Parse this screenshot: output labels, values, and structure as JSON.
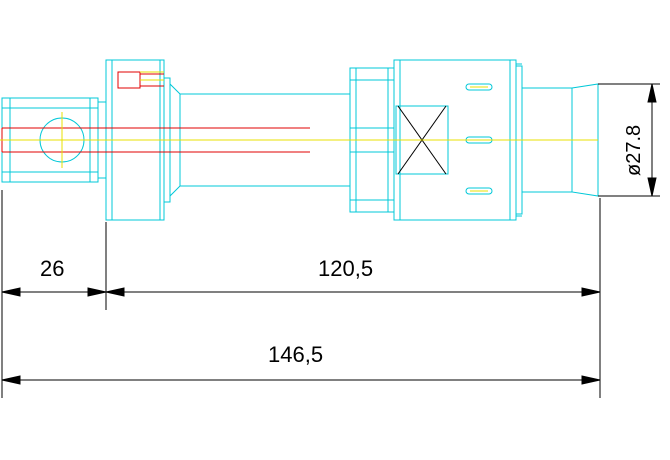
{
  "dimensions": {
    "left_length": "26",
    "right_length": "120,5",
    "total_length": "146,5",
    "diameter": "ø27.8"
  },
  "colors": {
    "outline": "#00c8d8",
    "center_line": "#e8e000",
    "hidden_detail": "#e00000",
    "dimension": "#000000"
  }
}
